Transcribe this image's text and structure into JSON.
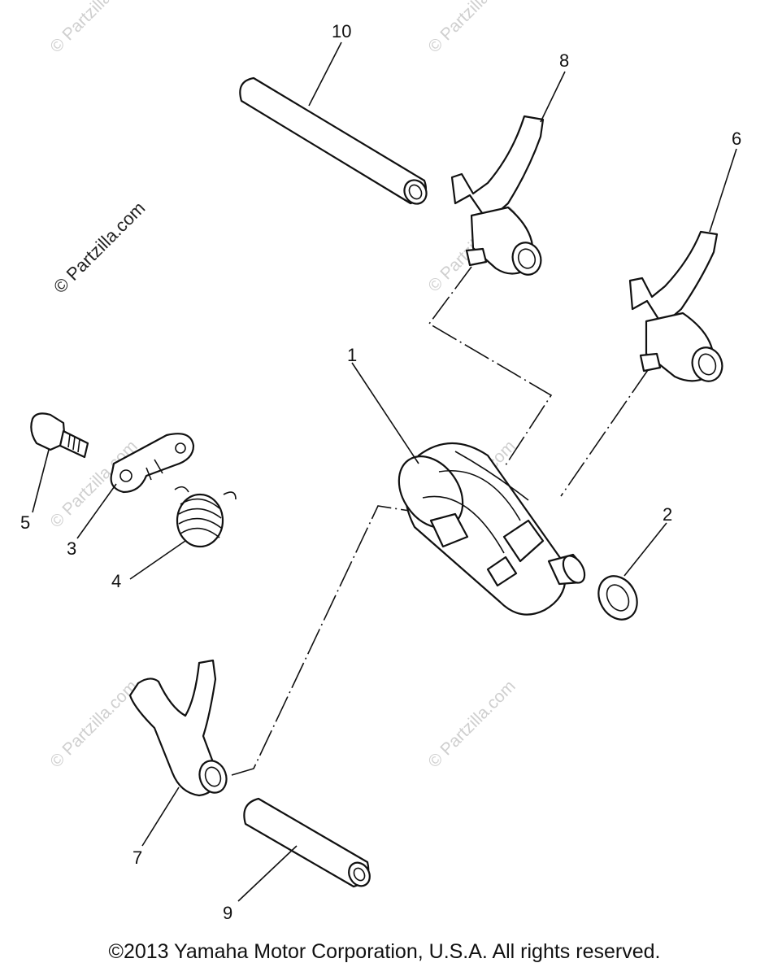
{
  "watermark": "© Partzilla.com",
  "callouts": {
    "p1": "1",
    "p2": "2",
    "p3": "3",
    "p4": "4",
    "p5": "5",
    "p6": "6",
    "p7": "7",
    "p8": "8",
    "p9": "9",
    "p10": "10"
  },
  "copyright": "©2013 Yamaha Motor Corporation, U.S.A. All rights reserved."
}
